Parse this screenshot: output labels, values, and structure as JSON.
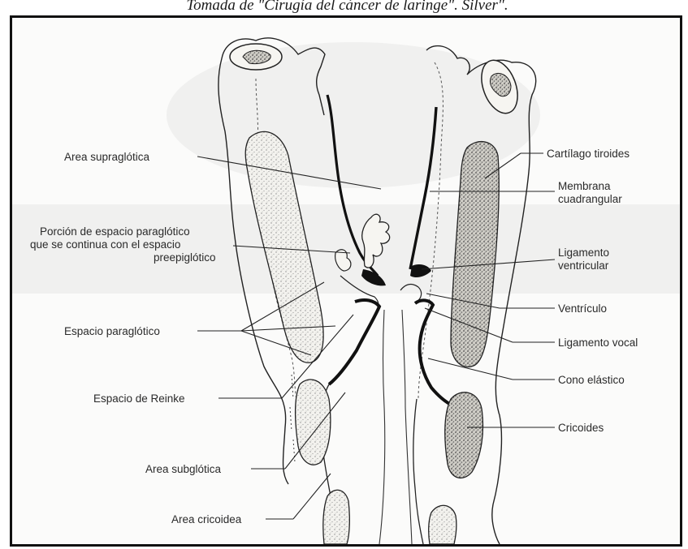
{
  "caption": "Tomada de \"Cirugía del cáncer de laringe\". Silver\".",
  "labels": {
    "area_supraglotica": "Area supraglótica",
    "porcion_1": "Porción de espacio paraglótico",
    "porcion_2": "que se continua con el espacio",
    "porcion_3": "preepiglótico",
    "espacio_paraglotico": "Espacio paraglótico",
    "espacio_reinke": "Espacio de Reinke",
    "area_subglotica": "Area subglótica",
    "area_cricoidea": "Area cricoidea",
    "cartilago_tiroides": "Cartílago tiroides",
    "membrana_1": "Membrana",
    "membrana_2": "cuadrangular",
    "ligamento_ventricular_1": "Ligamento",
    "ligamento_ventricular_2": "ventricular",
    "ventriculo": "Ventrículo",
    "ligamento_vocal": "Ligamento vocal",
    "cono_elastico": "Cono elástico",
    "cricoides": "Cricoides"
  }
}
